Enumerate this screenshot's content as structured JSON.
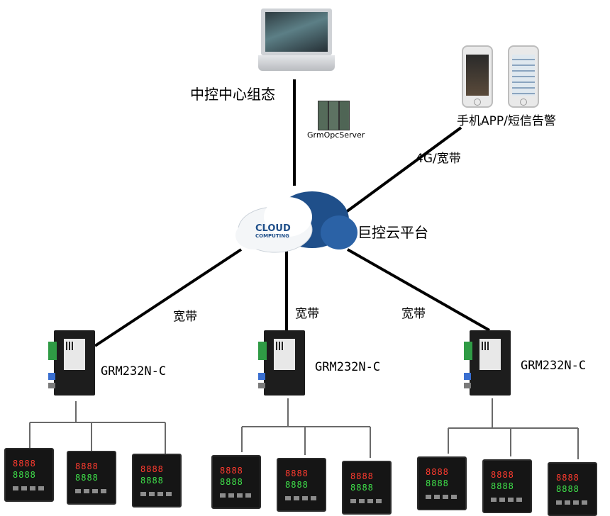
{
  "labels": {
    "central_control": "中控中心组态",
    "opc_server": "GrmOpcServer",
    "mobile": "手机APP/短信告警",
    "link_4g": "4G/宽带",
    "cloud_platform": "巨控云平台",
    "broadband": "宽带"
  },
  "cloud_icon": {
    "line1": "CLOUD",
    "line2": "COMPUTING"
  },
  "gateways": [
    {
      "model": "GRM232N-C",
      "link": "宽带"
    },
    {
      "model": "GRM232N-C",
      "link": "宽带"
    },
    {
      "model": "GRM232N-C",
      "link": "宽带"
    }
  ],
  "controller_display": {
    "top": "8888",
    "bottom": "8888"
  },
  "colors": {
    "line": "#000000",
    "cloud_light": "#ffffff",
    "cloud_dark": "#1f4f8a",
    "tree_line": "#6a6a6a"
  }
}
